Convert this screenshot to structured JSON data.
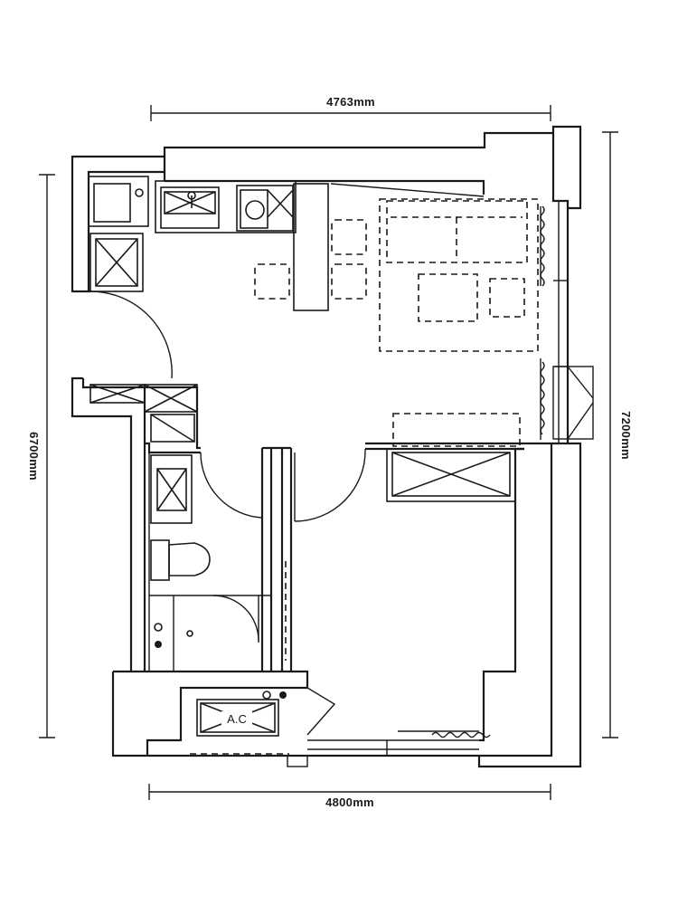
{
  "dimensions": {
    "top": "4763mm",
    "bottom": "4800mm",
    "left": "6700mm",
    "right": "7200mm"
  },
  "labels": {
    "ac": "A.C"
  }
}
